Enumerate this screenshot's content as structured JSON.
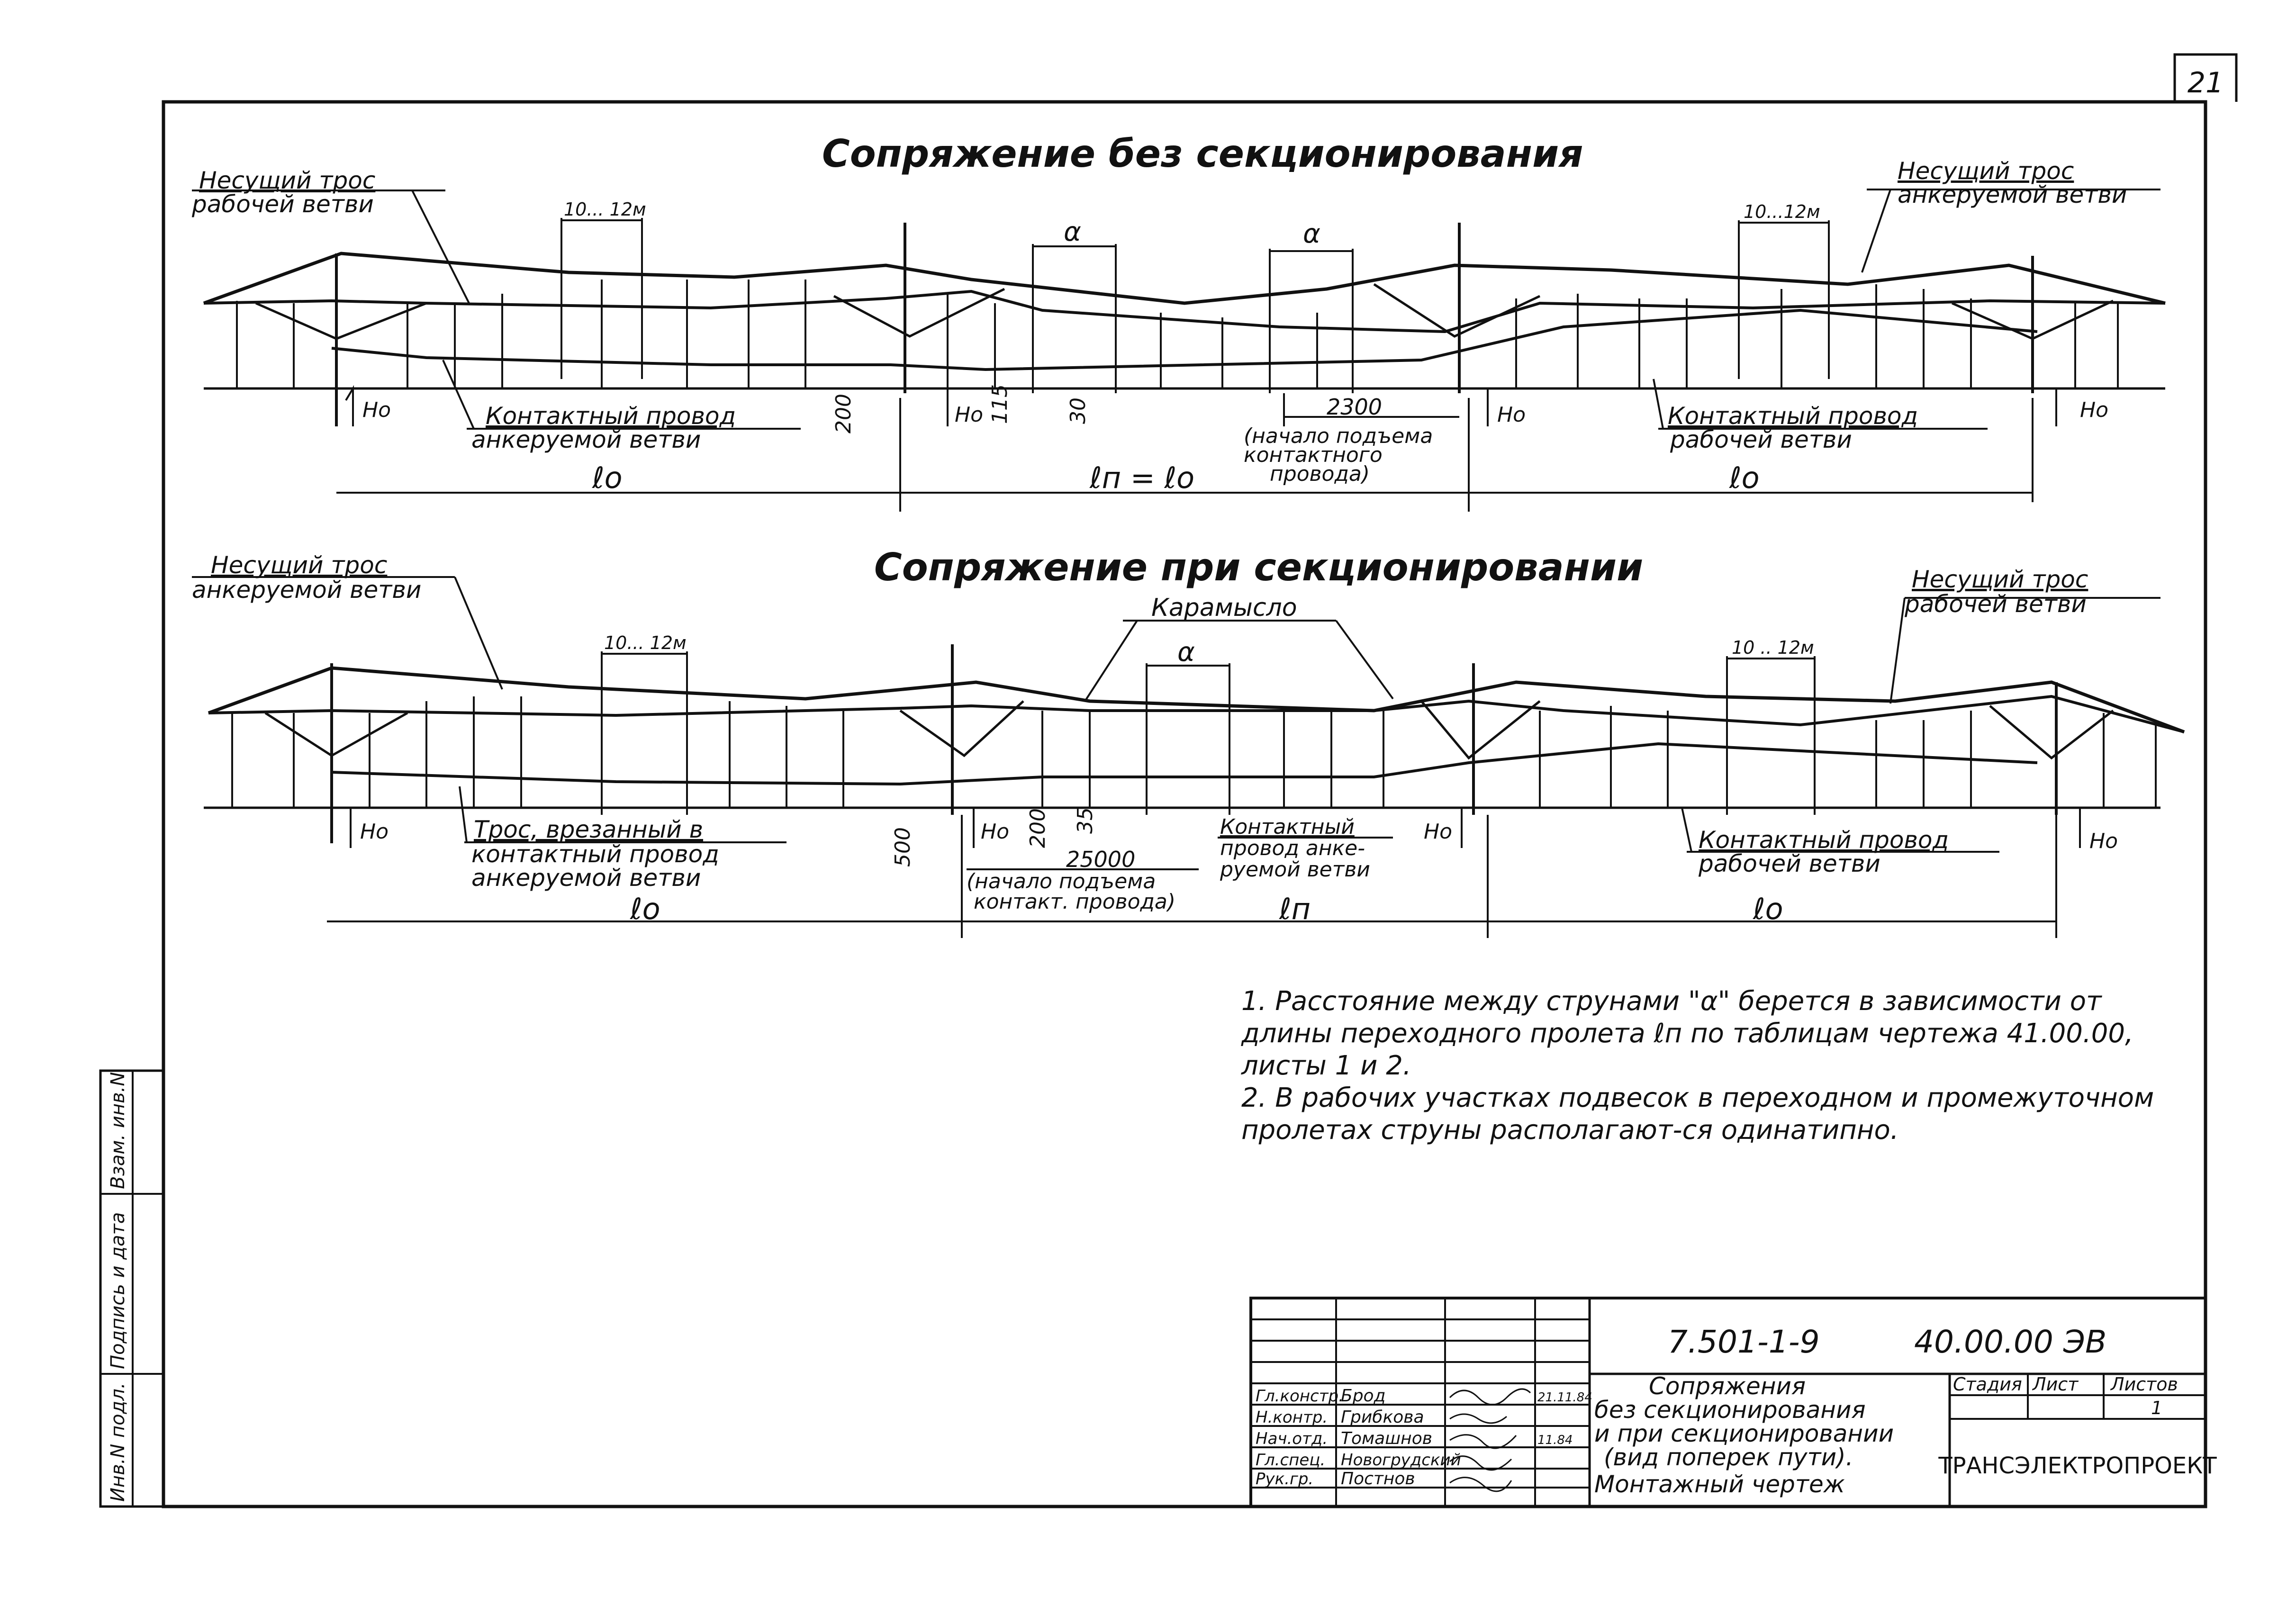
{
  "sheet_number": "21",
  "diagram_top": {
    "title": "Сопряжение без секционирования",
    "label_left_top": [
      "Несущий трос",
      "рабочей ветви"
    ],
    "label_right_top": [
      "Несущий трос",
      "анкеруемой ветви"
    ],
    "span_dim_left": "10... 12м",
    "span_dim_right": "10...12м",
    "a_label": "α",
    "contact_left": [
      "Контактный провод",
      "анкеруемой ветви"
    ],
    "contact_right": [
      "Контактный провод",
      "рабочей ветви"
    ],
    "ho": "Но",
    "dim_200": "200",
    "dim_115": "115",
    "dim_30": "30",
    "dim_2300": "2300",
    "lift_note": [
      "(начало подъема",
      "контактного",
      "провода)"
    ],
    "span_labels": [
      "ℓо",
      "ℓп = ℓо",
      "ℓо"
    ]
  },
  "diagram_bottom": {
    "title": "Сопряжение при секционировании",
    "label_left_top": [
      "Несущий трос",
      "анкеруемой ветви"
    ],
    "label_right_top": [
      "Несущий трос",
      "рабочей ветви"
    ],
    "span_dim_left": "10... 12м",
    "span_dim_right": "10 .. 12м",
    "karamyslo": "Карамысло",
    "a_label": "α",
    "tros_left": [
      "Трос, врезанный в",
      "контактный провод",
      "анкеруемой ветви"
    ],
    "contact_mid": [
      "Контактный",
      "провод анке-",
      "руемой ветви"
    ],
    "contact_right": [
      "Контактный провод",
      "рабочей ветви"
    ],
    "ho": "Но",
    "dim_500": "500",
    "dim_200": "200",
    "dim_35": "35",
    "dim_25000": "25000",
    "lift_note": [
      "(начало подъема",
      "контакт. провода)"
    ],
    "span_labels": [
      "ℓо",
      "ℓп",
      "ℓо"
    ]
  },
  "notes": [
    "1. Расстояние между струнами \"α\" берется в зависимости от длины переходного пролета ℓп по таблицам чертежа 41.00.00, листы 1 и 2.",
    "2. В рабочих участках подвесок в переходном и промежуточном пролетах струны располагают-ся одинатипно."
  ],
  "side_stamp": [
    "Инв.N подл.",
    "Подпись и дата",
    "Взам. инв.N"
  ],
  "title_block": {
    "code": "7.501-1-9",
    "number": "40.00.00 ЭВ",
    "title_lines": [
      "Сопряжения",
      "без секционирования",
      "и при секционировании",
      "(вид поперек пути).",
      "Монтажный чертеж"
    ],
    "stage_header": "Стадия",
    "sheet_header": "Лист",
    "sheets_header": "Листов",
    "sheet_value": "",
    "sheets_value": "1",
    "org": "ТРАНСЭЛЕКТРОПРОЕКТ",
    "people": [
      {
        "role": "Гл.констр.",
        "name": "Брод",
        "date": "21.11.84"
      },
      {
        "role": "Н.контр.",
        "name": "Грибкова",
        "date": ""
      },
      {
        "role": "Нач.отд.",
        "name": "Томашнов",
        "date": "11.84"
      },
      {
        "role": "Гл.спец.",
        "name": "Новогрудский",
        "date": ""
      },
      {
        "role": "Рук.гр.",
        "name": "Постнов",
        "date": ""
      }
    ]
  }
}
